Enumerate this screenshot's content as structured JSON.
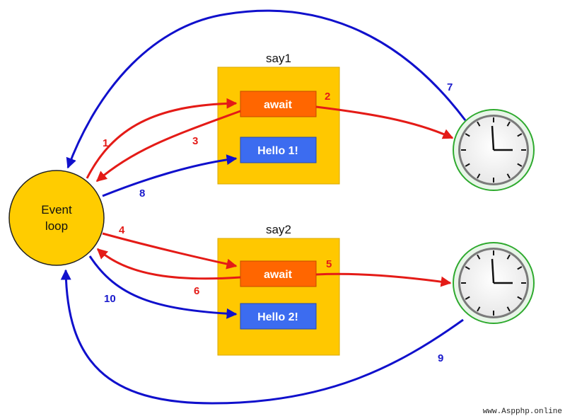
{
  "event_loop": {
    "line1": "Event",
    "line2": "loop"
  },
  "coroutines": [
    {
      "title": "say1",
      "await_label": "await",
      "hello_label": "Hello 1!"
    },
    {
      "title": "say2",
      "await_label": "await",
      "hello_label": "Hello 2!"
    }
  ],
  "steps": [
    "1",
    "2",
    "3",
    "4",
    "5",
    "6",
    "7",
    "8",
    "9",
    "10"
  ],
  "watermark": "www.Aspphp.online",
  "colors": {
    "box_fill": "#ffc800",
    "await_fill": "#ff6600",
    "hello_fill": "#3c6cf0",
    "loop_fill": "#ffcc00",
    "red_arrow": "#e41b17",
    "blue_arrow": "#1010cc",
    "clock_ring": "#2eaa2e"
  }
}
